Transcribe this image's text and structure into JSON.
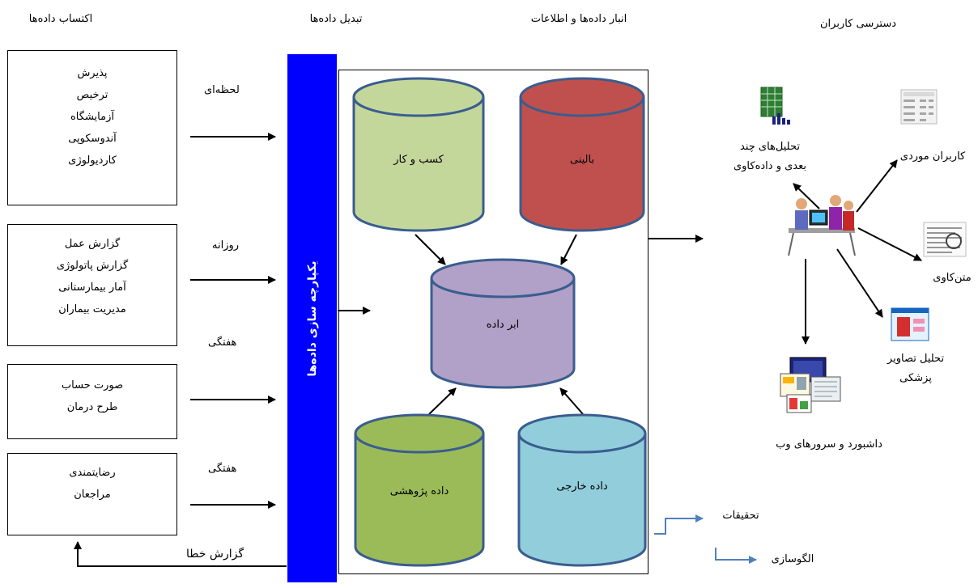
{
  "headers": {
    "acquisition": "اکتساب داده‌ها",
    "transformation": "تبدیل داده‌ها",
    "warehouse": "انبار داده‌ها و اطلاعات",
    "user_access": "دسترسی کاربران"
  },
  "sources": [
    {
      "lines": [
        "پذیرش",
        "ترخیص",
        "آزمایشگاه",
        "آندوسکوپی",
        "کاردیولوژی"
      ],
      "frequency": "لحظه‌ای"
    },
    {
      "lines": [
        "گزارش عمل",
        "گزارش پاتولوژی",
        "آمار بیمارستانی",
        "مدیریت بیماران"
      ],
      "frequency": "روزانه"
    },
    {
      "lines": [
        "صورت حساب",
        "طرح درمان"
      ],
      "frequency": "هفتگی"
    },
    {
      "lines": [
        "رضایتمندی",
        "مراجعان"
      ],
      "frequency": "هفتگی"
    }
  ],
  "integration_label": "یکپارچه سازی داده‌ها",
  "error_report": "گزارش خطا",
  "cylinders": {
    "business": "کسب و کار",
    "clinical": "بالینی",
    "metadata": "ابر داده",
    "research": "داده پژوهشی",
    "external": "داده خارجی"
  },
  "user_tools": {
    "olap": [
      "تحلیل‌های چند",
      "بعدی و داده‌کاوی"
    ],
    "case_users": "کاربران موردی",
    "text_mining": "متن‌کاوی",
    "image_analysis": [
      "تحلیل تصاویر",
      "پزشکی"
    ],
    "dashboard": "داشبورد و سرورهای وب"
  },
  "legend": {
    "research": "تحقیقات",
    "modeling": "الگوسازی"
  },
  "colors": {
    "integration_bar": "#0000ff",
    "business": "#c4d79b",
    "clinical": "#c0504d",
    "metadata": "#b1a0c7",
    "research": "#9bbb59",
    "external": "#92cddc",
    "cylinder_border": "#3a5d8f",
    "legend_arrow": "#4f81bd"
  }
}
